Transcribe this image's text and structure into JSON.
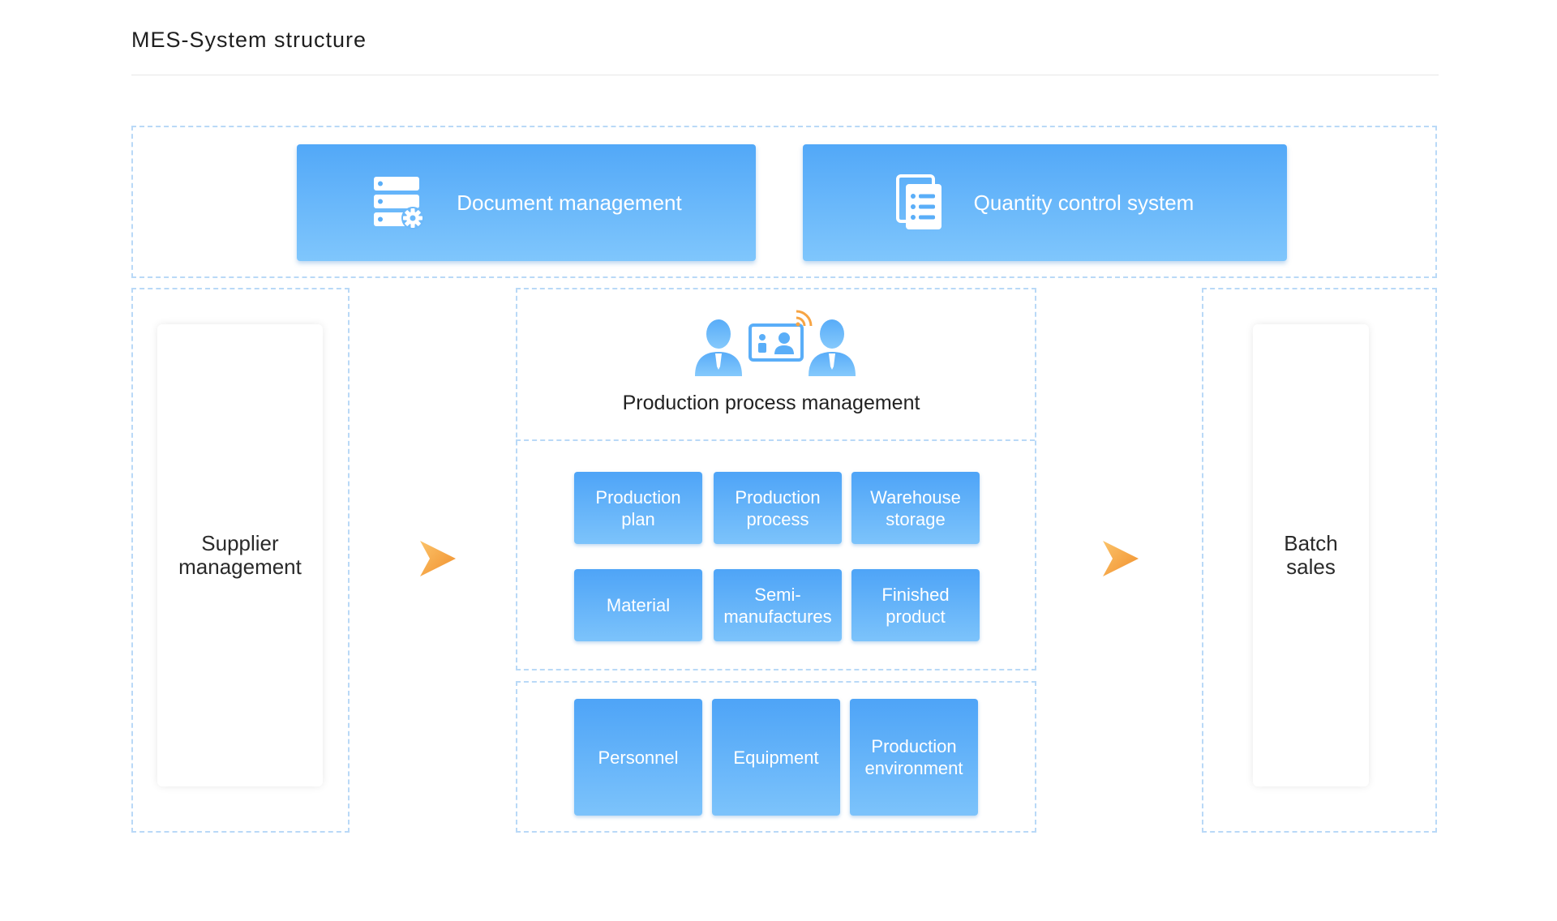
{
  "header": {
    "title": "MES-System structure"
  },
  "top_row": [
    {
      "label": "Document management",
      "icon": "server-gear-icon"
    },
    {
      "label": "Quantity control system",
      "icon": "document-list-icon"
    }
  ],
  "left_column": {
    "line1": "Supplier",
    "line2": "management"
  },
  "right_column": {
    "line1": "Batch",
    "line2": "sales"
  },
  "hub": {
    "title": "Production process management",
    "icon": "people-id-card-signal-icon",
    "row1": [
      {
        "line1": "Production",
        "line2": "plan"
      },
      {
        "line1": "Production",
        "line2": "process"
      },
      {
        "line1": "Warehouse",
        "line2": "storage"
      }
    ],
    "row2": [
      {
        "line1": "Material",
        "line2": ""
      },
      {
        "line1": "Semi-",
        "line2": "manufactures"
      },
      {
        "line1": "Finished",
        "line2": "product"
      }
    ]
  },
  "resources": [
    {
      "line1": "Personnel",
      "line2": ""
    },
    {
      "line1": "Equipment",
      "line2": ""
    },
    {
      "line1": "Production",
      "line2": "environment"
    }
  ],
  "colors": {
    "tile_top": "#4ea4f7",
    "tile_bottom": "#7cc3fb",
    "dash": "#b9d9f7",
    "arrow": "#f7a443"
  }
}
